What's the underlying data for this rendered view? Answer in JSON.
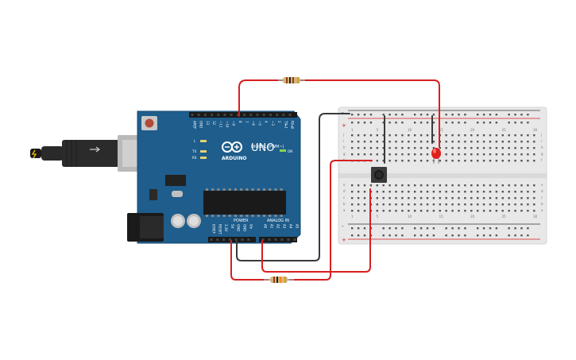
{
  "board": {
    "brand": "ARDUINO",
    "model": "UNO",
    "logo_text": "∞",
    "on_label": "ON",
    "led_labels": [
      "L",
      "TX",
      "RX"
    ],
    "digital_header_label": "DIGITAL (PWM~)",
    "digital_pins": [
      "AREF",
      "GND",
      "13",
      "12",
      "~11",
      "~10",
      "~9",
      "8",
      "7",
      "~6",
      "~5",
      "4",
      "~3",
      "2",
      "TX▸1",
      "RX◂0"
    ],
    "power_header_label": "POWER",
    "power_pins": [
      "IOREF",
      "RESET",
      "3.3V",
      "5V",
      "GND",
      "GND",
      "Vin"
    ],
    "analog_header_label": "ANALOG IN",
    "analog_pins": [
      "A0",
      "A1",
      "A2",
      "A3",
      "A4",
      "A5"
    ],
    "board_color": "#1e5d8c"
  },
  "breadboard": {
    "top_rail_markers": [
      "-",
      "+"
    ],
    "bottom_rail_markers": [
      "-",
      "+"
    ],
    "row_letters_top": [
      "j",
      "i",
      "h",
      "g",
      "f"
    ],
    "row_letters_bottom": [
      "e",
      "d",
      "c",
      "b",
      "a"
    ],
    "column_numbers": [
      "1",
      "5",
      "10",
      "15",
      "20",
      "25",
      "30"
    ]
  },
  "components": {
    "led_color": "#e0201c",
    "resistor_body_color": "#d8b47c"
  },
  "wire_colors": {
    "red": "#d62020",
    "black": "#3a3a3a"
  }
}
